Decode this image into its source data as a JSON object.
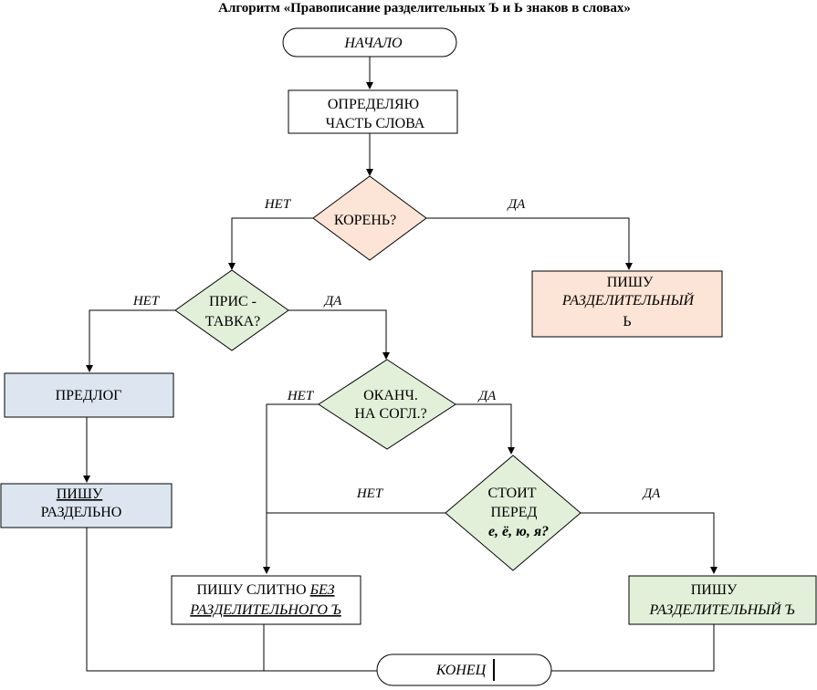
{
  "title": "Алгоритм «Правописание разделительных Ъ и Ь знаков в словах»",
  "nodes": {
    "start": "НАЧАЛО",
    "determine": [
      "ОПРЕДЕЛЯЮ",
      "ЧАСТЬ СЛОВА"
    ],
    "root": "КОРЕНЬ?",
    "write_soft": [
      "ПИШУ",
      "РАЗДЕЛИТЕЛЬНЫЙ",
      "Ь"
    ],
    "prefix": [
      "ПРИС -",
      "ТАВКА?"
    ],
    "preposition": "ПРЕДЛОГ",
    "write_separately": [
      "ПИШУ",
      "РАЗДЕЛЬНО"
    ],
    "ends_consonant": [
      "ОКАНЧ.",
      "НА СОГЛ.?"
    ],
    "stands_before": [
      "СТОИТ",
      "ПЕРЕД",
      "е, ё, ю, я?"
    ],
    "write_together": [
      "ПИШУ СЛИТНО ",
      "БЕЗ",
      "РАЗДЕЛИТЕЛЬНОГО Ъ"
    ],
    "write_hard": [
      "ПИШУ",
      "РАЗДЕЛИТЕЛЬНЫЙ Ъ"
    ],
    "end": "КОНЕЦ"
  },
  "edge_labels": {
    "root_no": "НЕТ",
    "root_yes": "ДА",
    "prefix_no": "НЕТ",
    "prefix_yes": "ДА",
    "ends_no": "НЕТ",
    "ends_yes": "ДА",
    "before_no": "НЕТ",
    "before_yes": "ДА"
  },
  "colors": {
    "peach": "#fce4d6",
    "sage": "#e2efd9",
    "blue": "#dde6f0",
    "line": "#000000"
  }
}
